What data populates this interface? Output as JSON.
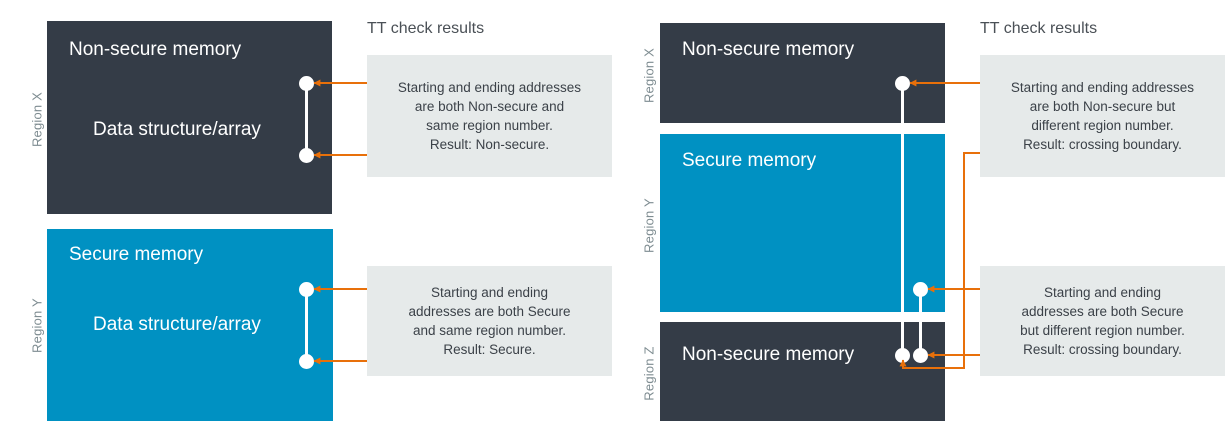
{
  "colors": {
    "nonsecure": "#343c47",
    "secure": "#0091c2",
    "callout_bg": "#e6eaea",
    "connector": "#e8700a",
    "rail": "#ffffff",
    "region_label": "#7e8c91",
    "title": "#4a5056"
  },
  "left_panel": {
    "title": "TT check results",
    "regions": [
      {
        "tag": "Region X",
        "type": "nonsecure",
        "heading": "Non-secure memory",
        "body": "Data structure/array"
      },
      {
        "tag": "Region Y",
        "type": "secure",
        "heading": "Secure memory",
        "body": "Data structure/array"
      }
    ],
    "callouts": [
      {
        "lines": [
          "Starting and ending addresses",
          "are both Non-secure and",
          "same region number.",
          "Result: Non-secure."
        ]
      },
      {
        "lines": [
          "Starting and ending",
          "addresses are both Secure",
          "and same region number.",
          "Result: Secure."
        ]
      }
    ]
  },
  "right_panel": {
    "title": "TT check results",
    "regions": [
      {
        "tag": "Region X",
        "type": "nonsecure",
        "heading": "Non-secure memory"
      },
      {
        "tag": "Region Y",
        "type": "secure",
        "heading": "Secure memory"
      },
      {
        "tag": "Region Z",
        "type": "nonsecure",
        "heading": "Non-secure memory"
      }
    ],
    "callouts": [
      {
        "lines": [
          "Starting and ending addresses",
          "are both Non-secure but",
          "different region number.",
          "Result: crossing boundary."
        ]
      },
      {
        "lines": [
          "Starting and ending",
          "addresses are both Secure",
          "but different region number.",
          "Result: crossing boundary."
        ]
      }
    ]
  }
}
